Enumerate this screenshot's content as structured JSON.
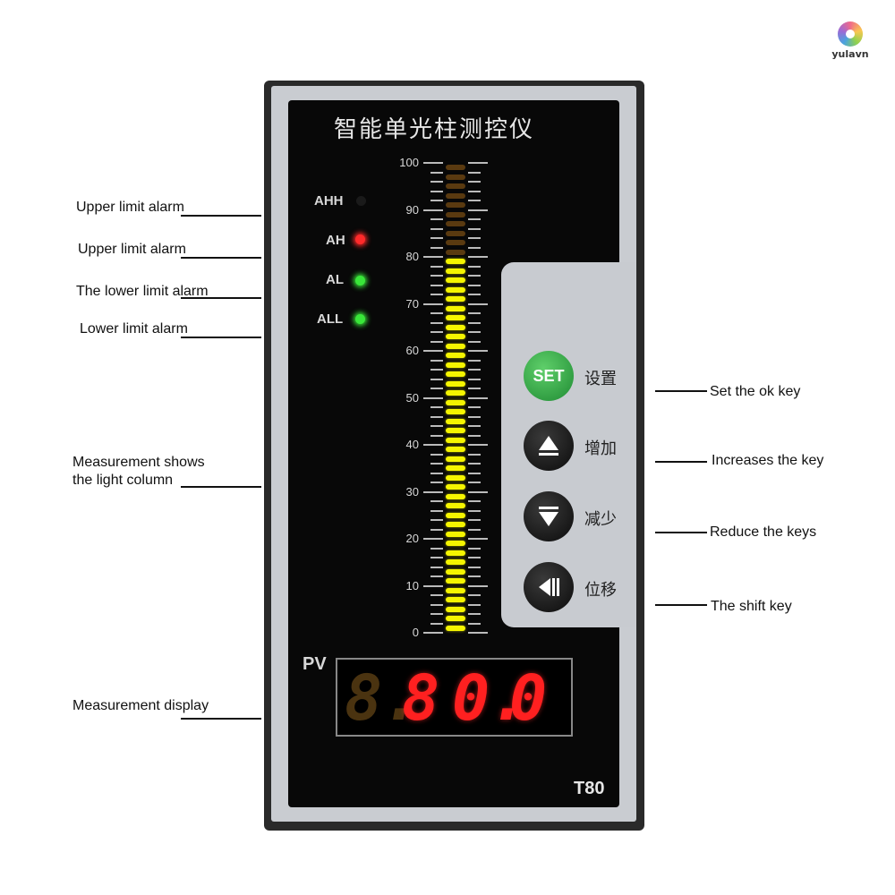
{
  "brand": {
    "logo_text": "yulavn"
  },
  "callouts": {
    "left": [
      "Upper limit alarm",
      "Upper limit alarm",
      "The lower limit alarm",
      "Lower limit alarm",
      "Measurement shows\nthe light column",
      "Measurement display"
    ],
    "right": [
      "Set the ok key",
      "Increases the key",
      "Reduce the keys",
      "The shift key"
    ]
  },
  "device": {
    "title": "智能单光柱测控仪",
    "alarms": [
      {
        "label": "AHH",
        "state": "off",
        "color": "#1a1a1a"
      },
      {
        "label": "AH",
        "state": "on",
        "color": "#ff2a2a"
      },
      {
        "label": "AL",
        "state": "on",
        "color": "#39e639"
      },
      {
        "label": "ALL",
        "state": "on",
        "color": "#39e639"
      }
    ],
    "bargraph": {
      "scale_labels": [
        "100",
        "90",
        "80",
        "70",
        "60",
        "50",
        "40",
        "30",
        "20",
        "10",
        "0"
      ],
      "level_percent": 80,
      "lit_color": "#f5f500",
      "unlit_color": "#5a3a10"
    },
    "pv_label": "PV",
    "pv_digits": [
      "8.",
      "8",
      "0.",
      "0"
    ],
    "pv_dim_digit_color": "#4a3310",
    "pv_lit_color": "#ff2020",
    "keys": [
      {
        "label": "SET",
        "text": "设置",
        "icon": "set-icon"
      },
      {
        "text": "增加",
        "icon": "up-arrow-icon"
      },
      {
        "text": "减少",
        "icon": "down-arrow-icon"
      },
      {
        "text": "位移",
        "icon": "shift-left-icon"
      }
    ],
    "model": "T80"
  }
}
